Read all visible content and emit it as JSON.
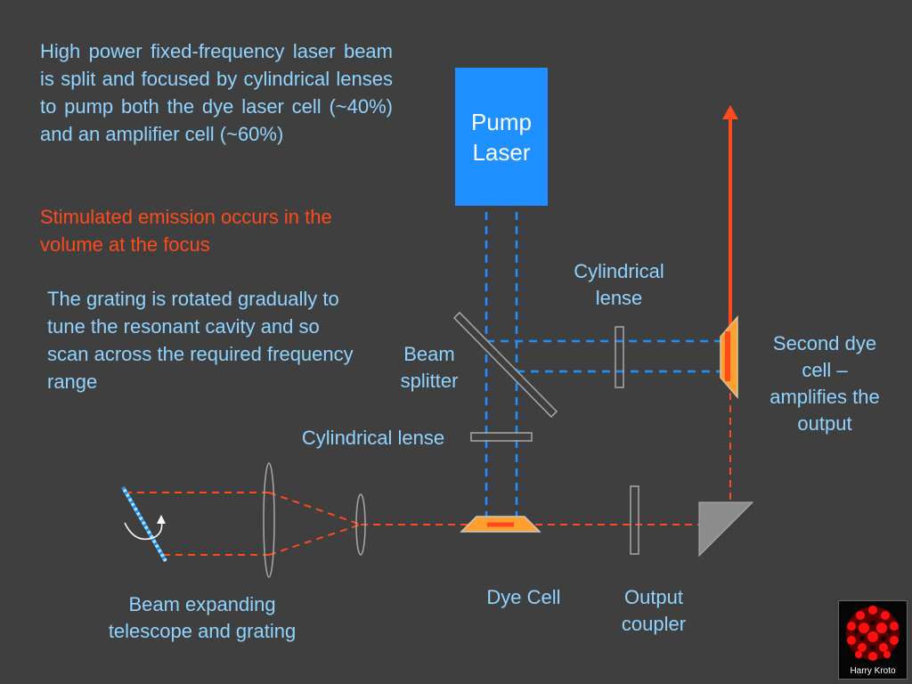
{
  "paragraphs": {
    "pump_description": "High power fixed-frequency laser beam is split and focused by cylindrical lenses to pump both the dye laser cell (~40%) and an amplifier cell (~60%)",
    "stimulated_emission": "Stimulated emission occurs in the volume at the focus",
    "grating_rotation": "The grating is rotated gradually to tune the resonant cavity and so scan across the required frequency range"
  },
  "labels": {
    "pump_laser": "Pump Laser",
    "cylindrical_lense_top": "Cylindrical lense",
    "beam_splitter": "Beam splitter",
    "cylindrical_lense_left": "Cylindrical lense",
    "second_dye_cell": "Second dye cell – amplifies the output",
    "beam_expanding": "Beam expanding telescope and grating",
    "dye_cell": "Dye Cell",
    "output_coupler": "Output coupler"
  },
  "logo": {
    "caption": "Harry Kroto"
  },
  "colors": {
    "background": "#3f3f3f",
    "text_blue": "#8fd3ff",
    "text_red": "#ff4a1c",
    "pump_beam": "#1e90ff",
    "dye_laser_beam": "#ff4a1c",
    "pump_box": "#1e90ff",
    "dye_cell_fill": "#ff9f2e",
    "optics_grey": "#a8a8a8"
  }
}
